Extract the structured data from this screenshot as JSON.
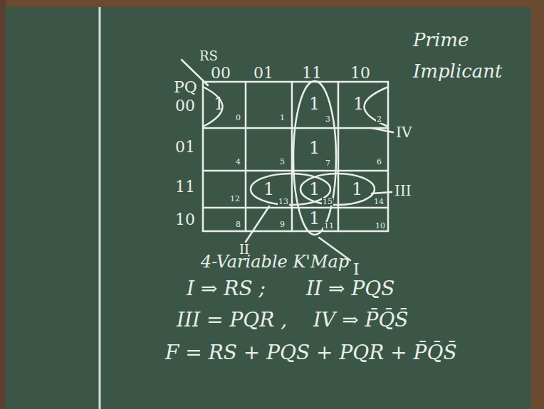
{
  "diagram": {
    "title": "Prime Implicant",
    "labels": [
      "RS",
      "PQ",
      "00",
      "01",
      "11",
      "10",
      "00",
      "01",
      "11",
      "10",
      "1",
      "0",
      "1",
      "1",
      "3",
      "1",
      "2",
      "4",
      "5",
      "1",
      "7",
      "6",
      "12",
      "1",
      "13",
      "1",
      "15",
      "1",
      "14",
      "8",
      "9",
      "1",
      "11",
      "10",
      "IV",
      "III",
      "II",
      "4-Variable K'Map",
      "I",
      "I ⇒ RS ;",
      "II ⇒ PQS",
      "III = PQR ,",
      "IV ⇒ P̄Q̄S̄",
      "F = RS + PQS + PQR + P̄Q̄S̄"
    ]
  }
}
